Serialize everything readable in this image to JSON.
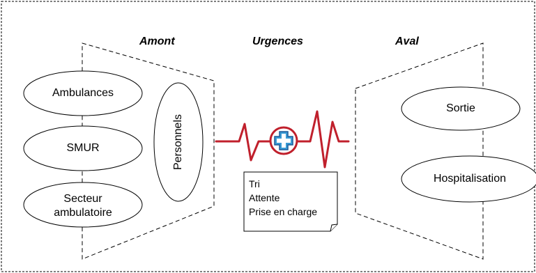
{
  "headers": {
    "amont": "Amont",
    "urgences": "Urgences",
    "aval": "Aval"
  },
  "amont": {
    "nodes": [
      "Ambulances",
      "SMUR",
      "Secteur ambulatoire"
    ],
    "personnel": "Personnels"
  },
  "urgences": {
    "steps": [
      "Tri",
      "Attente",
      "Prise en charge"
    ],
    "icon": "medical-cross-icon"
  },
  "aval": {
    "nodes": [
      "Sortie",
      "Hospitalisation"
    ]
  },
  "colors": {
    "heartbeat": "#c0202c",
    "cross_fill": "#3a9bd5",
    "line": "#000000"
  }
}
